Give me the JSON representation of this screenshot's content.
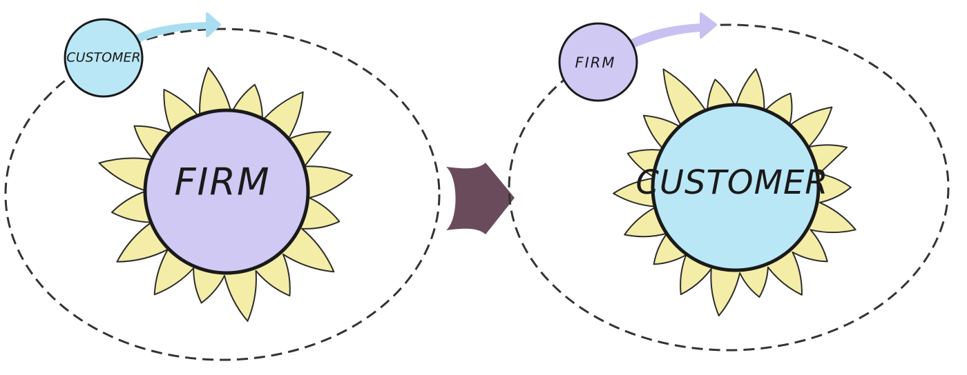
{
  "colors": {
    "firm": "#cfc9f4",
    "customer": "#b9e7f5",
    "rays": "#f3eda7",
    "transition_arrow": "#6a4b5c",
    "left_motion_arrow": "#a9def0",
    "right_motion_arrow": "#c8c0f0"
  },
  "before": {
    "center_label": "FIRM",
    "orbiting_label": "CUSTOMER"
  },
  "after": {
    "center_label": "CUSTOMER",
    "orbiting_label": "FIRM"
  }
}
